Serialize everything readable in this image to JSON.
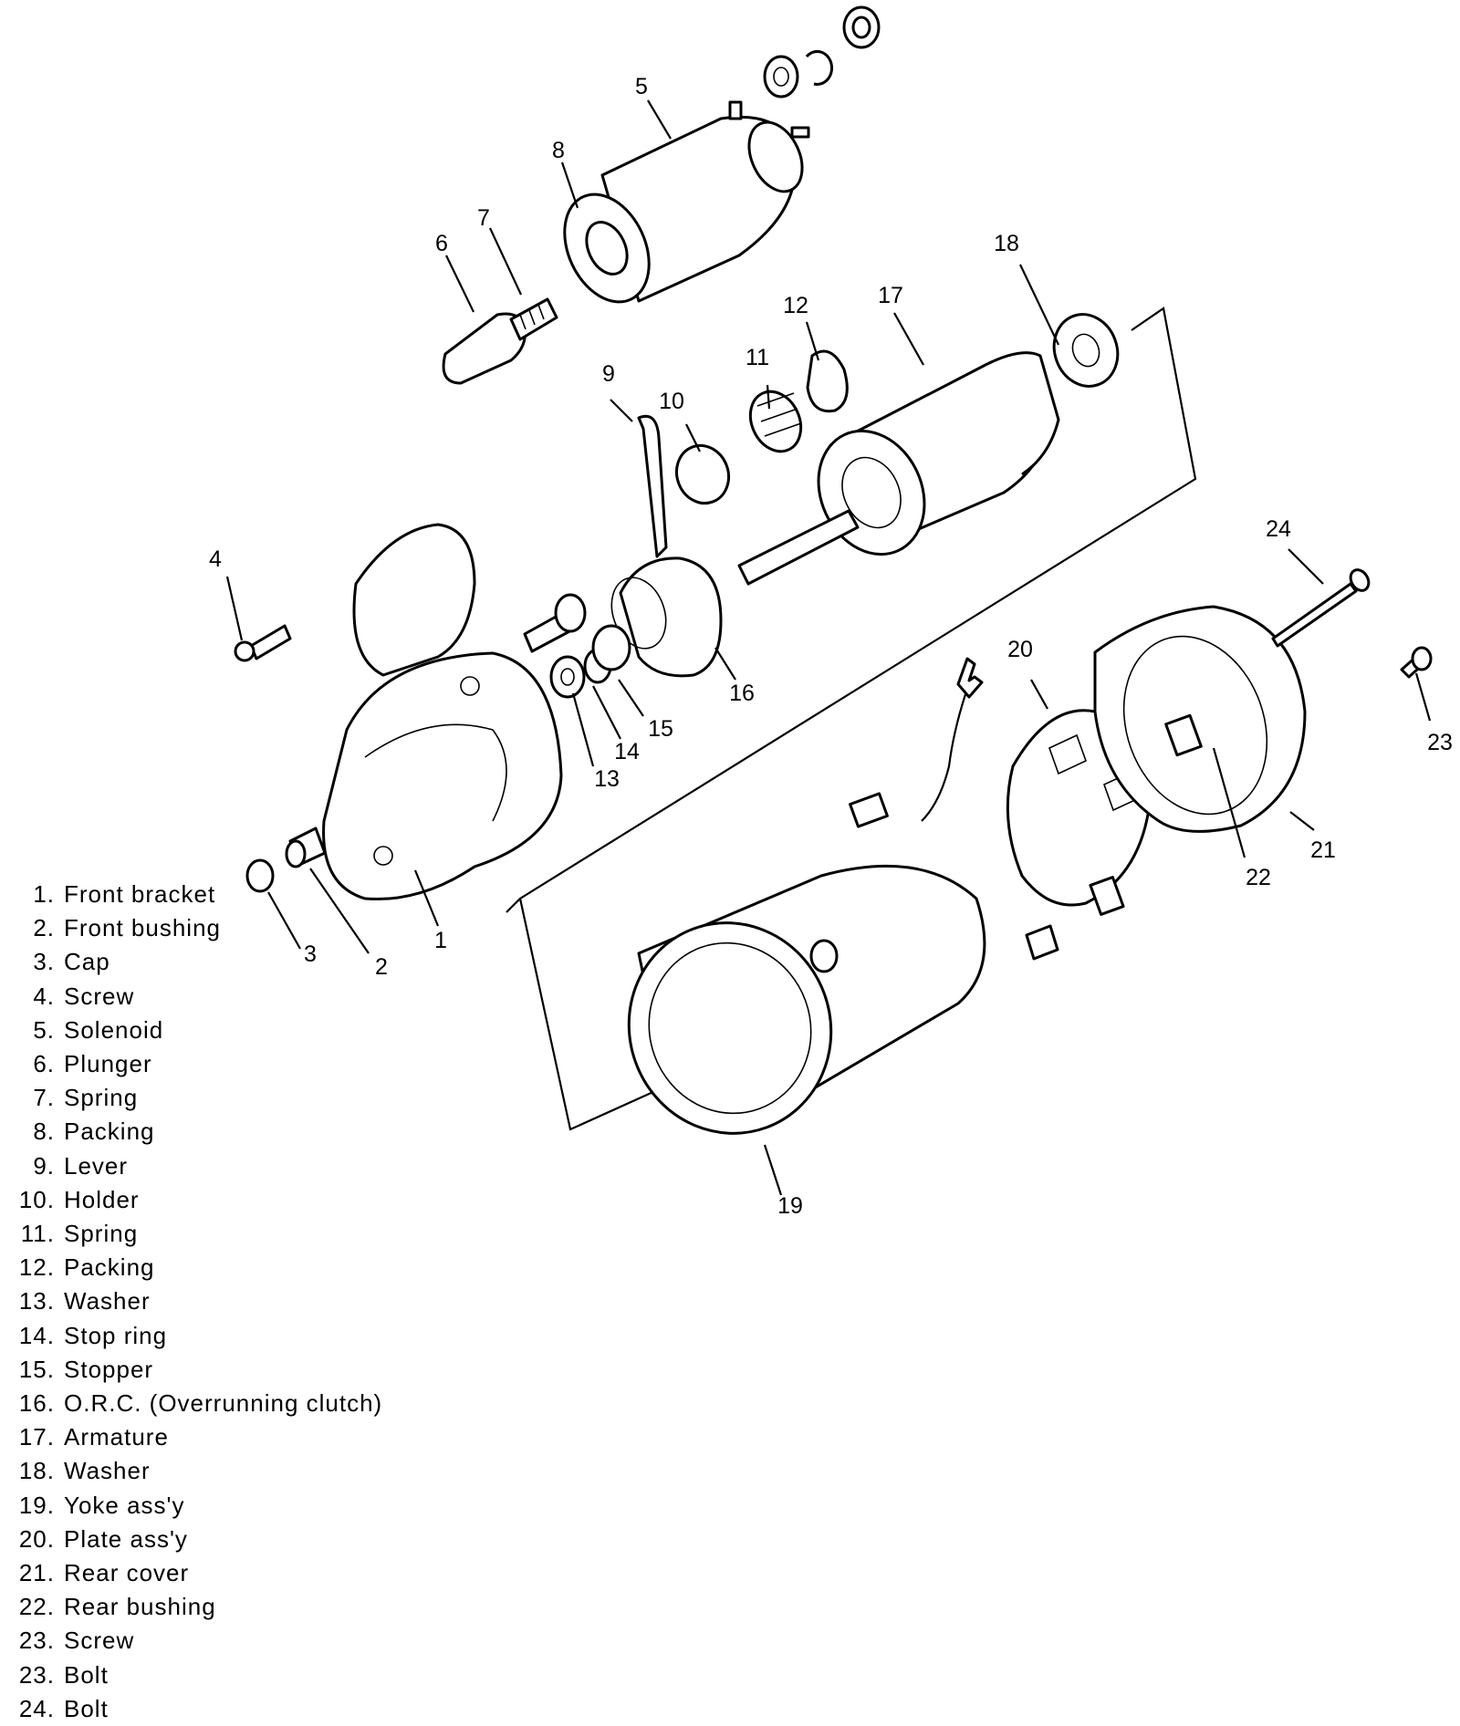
{
  "callouts": [
    "1",
    "2",
    "3",
    "4",
    "5",
    "6",
    "7",
    "8",
    "9",
    "10",
    "11",
    "12",
    "13",
    "14",
    "15",
    "16",
    "17",
    "18",
    "19",
    "20",
    "21",
    "22",
    "23",
    "24"
  ],
  "legend": [
    {
      "num": "1.",
      "label": "Front bracket"
    },
    {
      "num": "2.",
      "label": "Front bushing"
    },
    {
      "num": "3.",
      "label": "Cap"
    },
    {
      "num": "4.",
      "label": "Screw"
    },
    {
      "num": "5.",
      "label": "Solenoid"
    },
    {
      "num": "6.",
      "label": "Plunger"
    },
    {
      "num": "7.",
      "label": "Spring"
    },
    {
      "num": "8.",
      "label": "Packing"
    },
    {
      "num": "9.",
      "label": "Lever"
    },
    {
      "num": "10.",
      "label": "Holder"
    },
    {
      "num": "11.",
      "label": "Spring"
    },
    {
      "num": "12.",
      "label": "Packing"
    },
    {
      "num": "13.",
      "label": "Washer"
    },
    {
      "num": "14.",
      "label": "Stop ring"
    },
    {
      "num": "15.",
      "label": "Stopper"
    },
    {
      "num": "16.",
      "label": "O.R.C. (Overrunning clutch)"
    },
    {
      "num": "17.",
      "label": "Armature"
    },
    {
      "num": "18.",
      "label": "Washer"
    },
    {
      "num": "19.",
      "label": "Yoke ass'y"
    },
    {
      "num": "20.",
      "label": "Plate ass'y"
    },
    {
      "num": "21.",
      "label": "Rear cover"
    },
    {
      "num": "22.",
      "label": "Rear bushing"
    },
    {
      "num": "23.",
      "label": "Screw"
    },
    {
      "num": "23.",
      "label": "Bolt"
    },
    {
      "num": "24.",
      "label": "Bolt"
    }
  ]
}
